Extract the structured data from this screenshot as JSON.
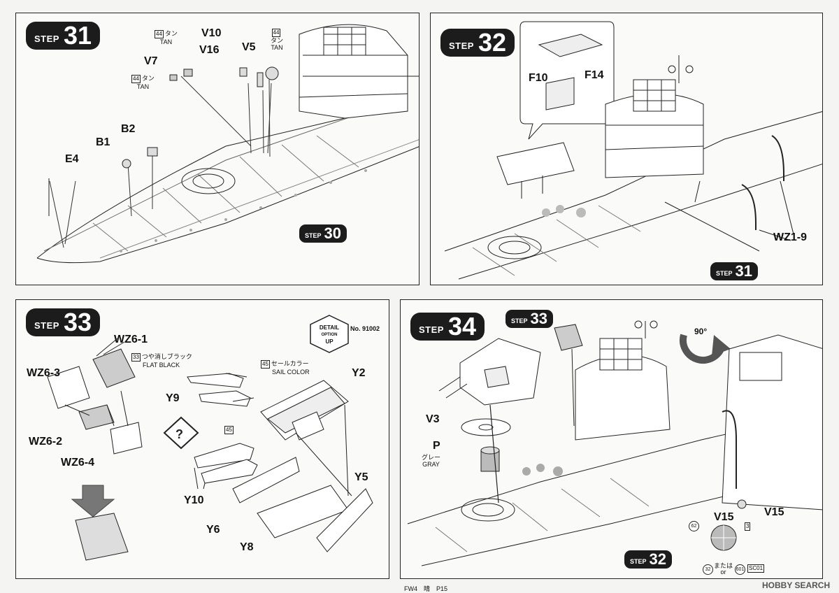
{
  "steps": {
    "s31": {
      "word": "STEP",
      "num": "31",
      "ref_word": "STEP",
      "ref_num": "30",
      "parts": {
        "v7": "V7",
        "v10": "V10",
        "v16": "V16",
        "v5": "V5",
        "b1": "B1",
        "b2": "B2",
        "e4": "E4"
      },
      "paint_left": {
        "code": "44",
        "jp": "タン",
        "en": "TAN"
      },
      "paint_mid": {
        "code": "44",
        "jp": "タン",
        "en": "TAN"
      },
      "paint_right": {
        "code": "44",
        "jp": "タン",
        "en": "TAN"
      }
    },
    "s32": {
      "word": "STEP",
      "num": "32",
      "ref_word": "STEP",
      "ref_num": "31",
      "parts": {
        "f10": "F10",
        "f14": "F14",
        "wz19": "WZ1-9"
      }
    },
    "s33": {
      "word": "STEP",
      "num": "33",
      "parts": {
        "wz61": "WZ6-1",
        "wz63": "WZ6-3",
        "wz62": "WZ6-2",
        "wz64": "WZ6-4",
        "y9": "Y9",
        "y10": "Y10",
        "y2": "Y2",
        "y5": "Y5",
        "y6": "Y6",
        "y8": "Y8"
      },
      "paint_black": {
        "code": "33",
        "jp": "つや消しブラック",
        "en": "FLAT BLACK"
      },
      "paint_sail": {
        "code": "45",
        "jp": "セールカラー",
        "en": "SAIL COLOR"
      },
      "paint_y10": {
        "code": "45"
      },
      "detail": {
        "l1": "DETAIL",
        "l2": "OPTION",
        "l3": "UP",
        "no": "No. 91002"
      }
    },
    "s34": {
      "word": "STEP",
      "num": "34",
      "ref_top_word": "STEP",
      "ref_top_num": "33",
      "ref_bot_word": "STEP",
      "ref_bot_num": "32",
      "rotate": "90°",
      "parts": {
        "v3": "V3",
        "p": "P",
        "v15a": "V15",
        "v15b": "V15"
      },
      "paint_gray": {
        "jp": "グレー",
        "en": "GRAY"
      },
      "colors": {
        "c62": "62",
        "c3": "3",
        "c32": "32",
        "c601": "601",
        "sc01": "SC01",
        "or_jp": "または",
        "or_en": "or"
      }
    }
  },
  "footer": {
    "text": "FW4　晴　P15",
    "watermark": "HOBBY SEARCH"
  }
}
